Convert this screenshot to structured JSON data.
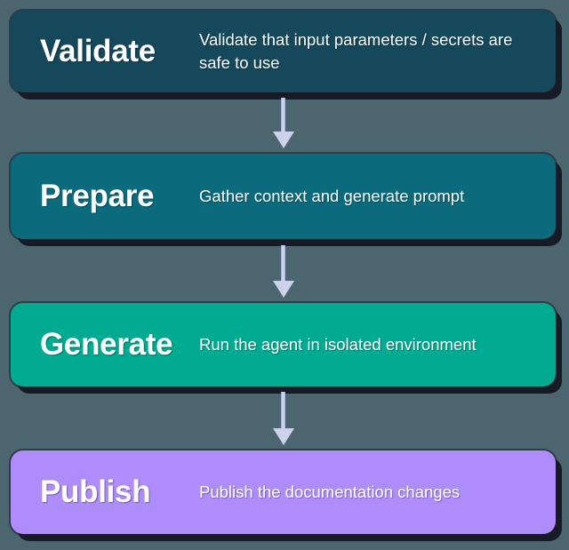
{
  "diagram": {
    "type": "vertical-flowchart",
    "background_color": "#4c6670",
    "arrow_color": "#ccd2ec",
    "shadow_color": "#171b26",
    "steps": [
      {
        "title": "Validate",
        "description": "Validate that input parameters / secrets are safe to use",
        "color": "#14485a",
        "text_color": "#ffffff"
      },
      {
        "title": "Prepare",
        "description": "Gather context and generate prompt",
        "color": "#0b6b7c",
        "text_color": "#ffffff"
      },
      {
        "title": "Generate",
        "description": "Run the agent in isolated environment",
        "color": "#00ab92",
        "text_color": "#ffffff"
      },
      {
        "title": "Publish",
        "description": "Publish the documentation changes",
        "color": "#ae8cfa",
        "text_color": "#ffffff"
      }
    ],
    "connectors": [
      {
        "from": "Validate",
        "to": "Prepare",
        "icon": "down-arrow-icon"
      },
      {
        "from": "Prepare",
        "to": "Generate",
        "icon": "down-arrow-icon"
      },
      {
        "from": "Generate",
        "to": "Publish",
        "icon": "down-arrow-icon"
      }
    ]
  }
}
